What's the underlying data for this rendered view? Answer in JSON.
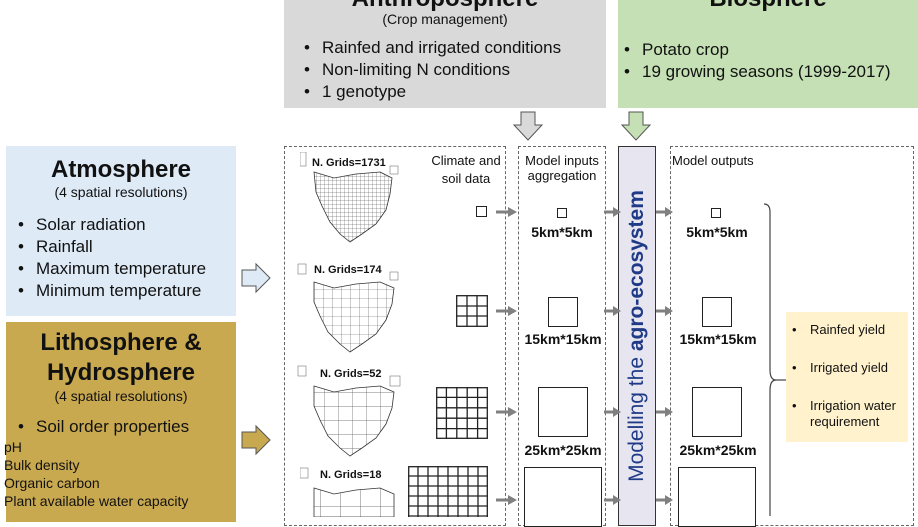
{
  "anthroposphere": {
    "title": "Anthroposphere",
    "subtitle": "(Crop management)",
    "items": [
      "Rainfed and irrigated conditions",
      "Non-limiting N conditions",
      "1 genotype"
    ],
    "color": "#d9d9d9"
  },
  "biosphere": {
    "title": "Biosphere",
    "items": [
      "Potato crop",
      "19 growing seasons (1999-2017)"
    ],
    "color": "#c5e0b4"
  },
  "atmosphere": {
    "title": "Atmosphere",
    "subtitle": "(4 spatial resolutions)",
    "items": [
      "Solar radiation",
      "Rainfall",
      "Maximum temperature",
      "Minimum temperature"
    ],
    "color": "#deebf7"
  },
  "lithosphere": {
    "title_line1": "Lithosphere &",
    "title_line2": "Hydrosphere",
    "subtitle": "(4 spatial resolutions)",
    "bullet": "Soil order properties",
    "subitems": [
      "pH",
      "Bulk density",
      "Organic carbon",
      "Plant available water capacity"
    ],
    "color": "#c9a94f"
  },
  "grids": [
    {
      "label": "N. Grids=1731"
    },
    {
      "label": "N. Grids=174"
    },
    {
      "label": "N. Grids=52"
    },
    {
      "label": "N. Grids=18"
    }
  ],
  "columns": {
    "climate_soil": "Climate and soil data",
    "inputs": "Model inputs aggregation",
    "outputs": "Model outputs"
  },
  "resolutions": [
    "5km*5km",
    "15km*15km",
    "25km*25km"
  ],
  "modelling_label_prefix": "Modelling the ",
  "modelling_label_bold": "agro-ecosystem",
  "outputs_list": [
    "Rainfed yield",
    "Irrigated yield",
    "Irrigation water requirement"
  ],
  "colors": {
    "arrow": "#808080",
    "outputs_box": "#fff2cc",
    "atmo_arrow": "#deebf7",
    "litho_arrow": "#c9a94f",
    "anthro_arrow": "#d9d9d9",
    "bio_arrow": "#c5e0b4"
  }
}
